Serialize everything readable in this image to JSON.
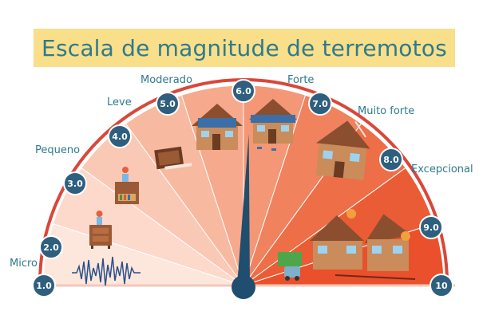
{
  "title": "Escala de magnitude de terremotos",
  "scale": {
    "markers": [
      "1.0",
      "2.0",
      "3.0",
      "4.0",
      "5.0",
      "6.0",
      "7.0",
      "8.0",
      "9.0",
      "10"
    ],
    "categories": [
      "Micro",
      "Pequeno",
      "Leve",
      "Moderado",
      "Forte",
      "Muito forte",
      "Excepcional"
    ],
    "needle_value": 5.6
  },
  "colors": {
    "title_text": "#2e7a8c",
    "title_banner": "#f9df8a",
    "marker_bubble": "#2e5f7e",
    "arc_outline": "#d9473a",
    "needle": "#1f4e6e",
    "sector_light": "#fbdcd0",
    "sector_dark": "#e9502b"
  },
  "illustrations": [
    "seismograph-icon",
    "cabinet-icon",
    "cabinet-falling-icon",
    "house-icon",
    "house-damaged-icon",
    "house-collapsed-icon",
    "destroyed-town-icon"
  ]
}
